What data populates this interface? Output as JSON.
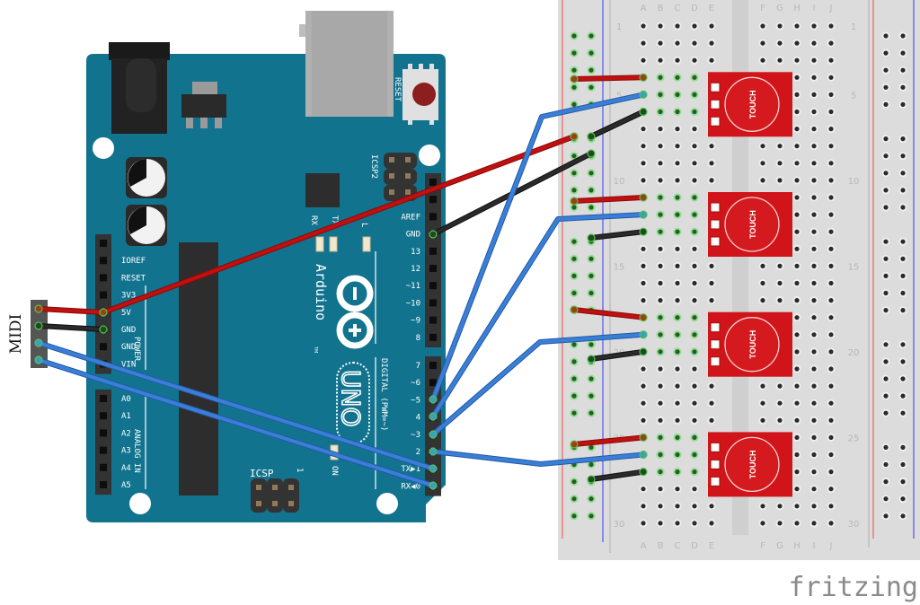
{
  "title": "Arduino MIDI touch sensor wiring",
  "colors": {
    "board": "#12738f",
    "wire_red": "#c01010",
    "wire_black": "#2a2a2a",
    "wire_blue": "#3a7fd6",
    "breadboard": "#dcdcdc",
    "rail_red": "#f05050",
    "rail_blue": "#5050f0",
    "sensor": "#d0141a"
  },
  "midi": {
    "label": "MIDI",
    "pins": 4
  },
  "arduino": {
    "brand": "Arduino",
    "model": "UNO",
    "tm": "TM",
    "reset_label": "RESET",
    "icsp2_label": "ICSP2",
    "icsp_label": "ICSP",
    "icsp_pin1": "1",
    "on_label": "ON",
    "tx_label": "TX",
    "rx_label": "RX",
    "l_label": "L",
    "power_label": "POWER",
    "analog_label": "ANALOG IN",
    "digital_label": "DIGITAL (PWM=~)",
    "power_pins": [
      "",
      "IOREF",
      "RESET",
      "3V3",
      "5V",
      "GND",
      "GND",
      "VIN"
    ],
    "analog_pins": [
      "A0",
      "A1",
      "A2",
      "A3",
      "A4",
      "A5"
    ],
    "digital_top": [
      "",
      "",
      "AREF",
      "GND",
      "13",
      "12",
      "~11",
      "~10",
      "~9",
      "8"
    ],
    "digital_bottom": [
      "7",
      "~6",
      "~5",
      "4",
      "~3",
      "2",
      "TX▶1",
      "RX◀0"
    ]
  },
  "breadboard": {
    "cols_left": [
      "A",
      "B",
      "C",
      "D",
      "E"
    ],
    "cols_right": [
      "F",
      "G",
      "H",
      "I",
      "J"
    ],
    "row_labels": [
      "1",
      "5",
      "10",
      "15",
      "20",
      "25",
      "30"
    ],
    "rows": 30
  },
  "sensors": [
    {
      "label": "TOUCH",
      "row": 4
    },
    {
      "label": "TOUCH",
      "row": 11
    },
    {
      "label": "TOUCH",
      "row": 18
    },
    {
      "label": "TOUCH",
      "row": 25
    }
  ],
  "connections": [
    {
      "from": "MIDI pin 1",
      "to": "Arduino 5V",
      "color": "red"
    },
    {
      "from": "MIDI pin 2",
      "to": "Arduino GND",
      "color": "black"
    },
    {
      "from": "MIDI pin 3",
      "to": "Arduino TX 1",
      "color": "blue"
    },
    {
      "from": "MIDI pin 4",
      "to": "Arduino RX 0",
      "color": "blue"
    },
    {
      "from": "Arduino 5V",
      "to": "Breadboard + rail",
      "color": "red"
    },
    {
      "from": "Arduino GND",
      "to": "Breadboard - rail",
      "color": "black"
    },
    {
      "from": "Arduino ~5",
      "to": "Sensor 1 signal",
      "color": "blue"
    },
    {
      "from": "Arduino 4",
      "to": "Sensor 2 signal",
      "color": "blue"
    },
    {
      "from": "Arduino ~3",
      "to": "Sensor 3 signal",
      "color": "blue"
    },
    {
      "from": "Arduino 2",
      "to": "Sensor 4 signal",
      "color": "blue"
    }
  ],
  "watermark": "fritzing"
}
